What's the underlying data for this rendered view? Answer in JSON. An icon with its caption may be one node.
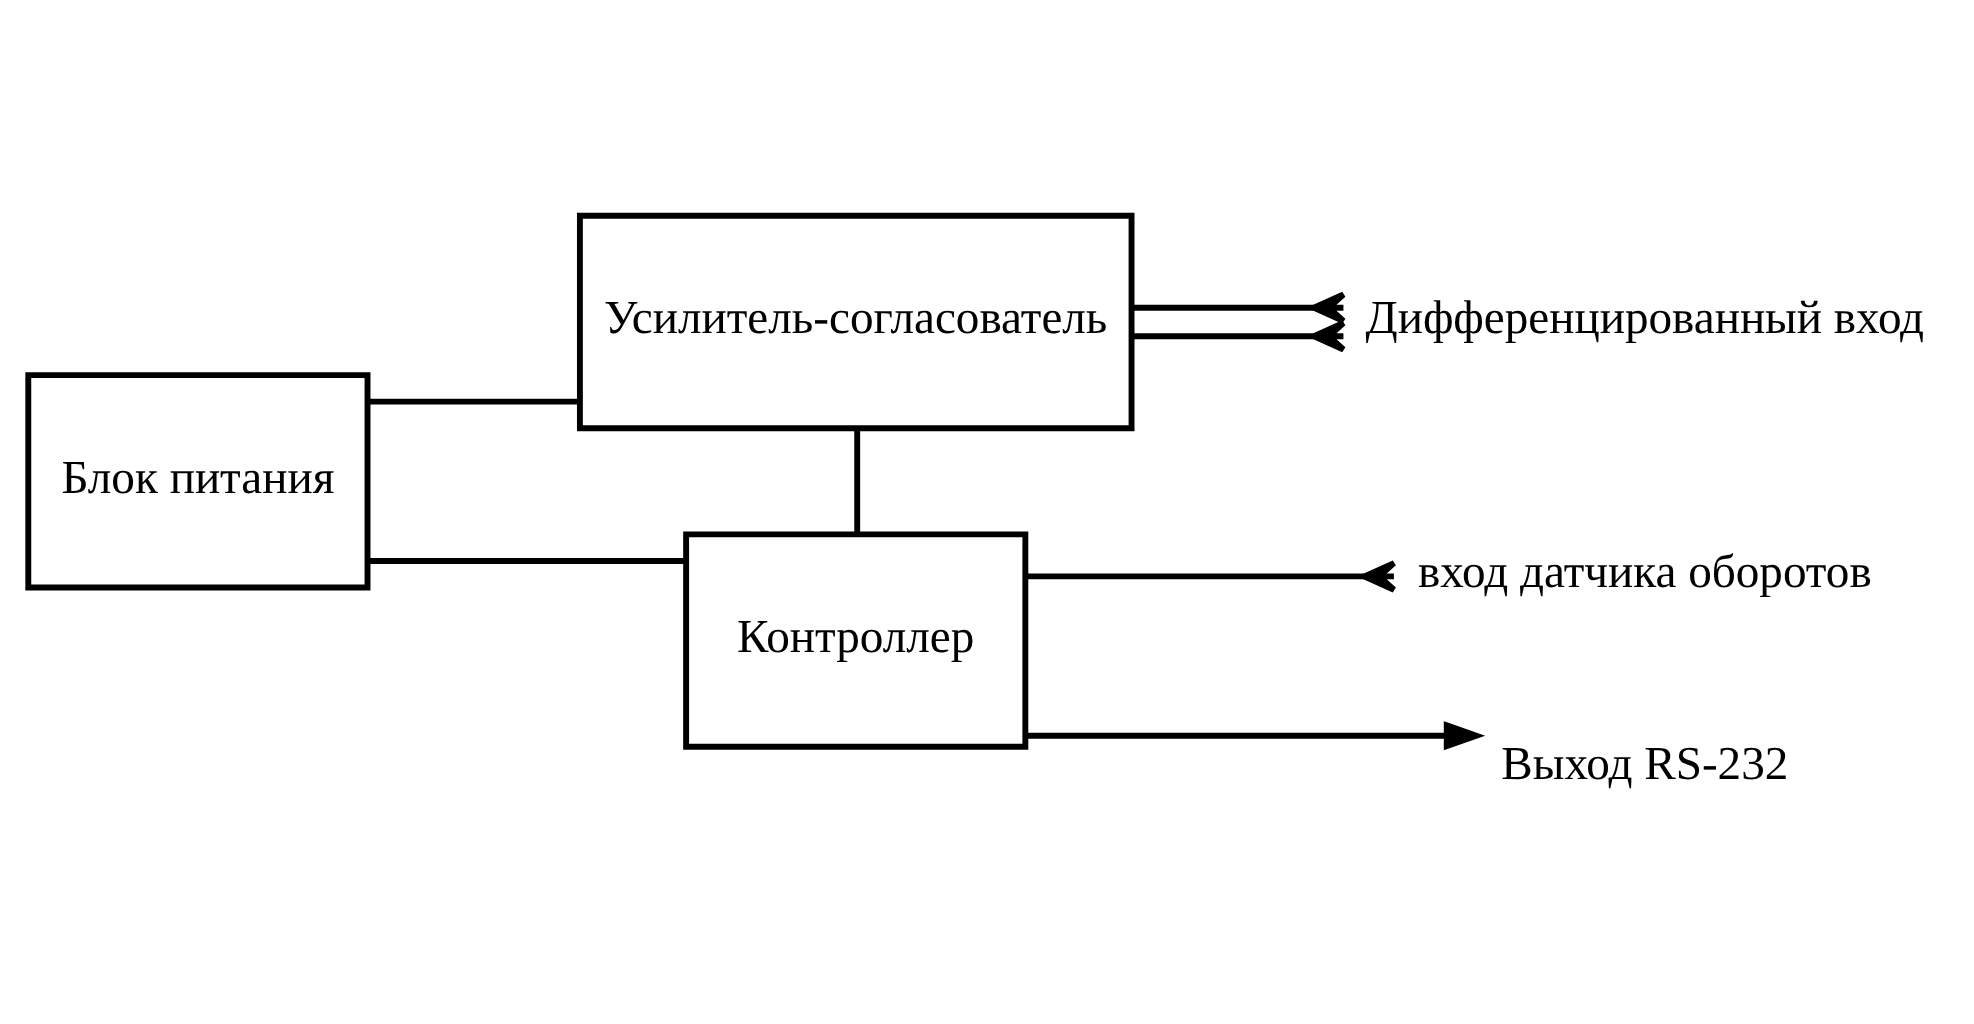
{
  "diagram": {
    "nodes": [
      {
        "text": [
          "Усилитель-согласователь"
        ]
      },
      {
        "text": [
          "Блок питания"
        ]
      },
      {
        "text": [
          "Контроллер"
        ]
      },
      {
        "text": [
          "Дифференцированный вход"
        ]
      },
      {
        "text": [
          "вход датчика оборотов"
        ]
      },
      {
        "text": [
          "Выход RS-232"
        ]
      }
    ],
    "edges": [
      {
        "from": 1,
        "to": 0,
        "arrow": "none"
      },
      {
        "from": 1,
        "to": 2,
        "arrow": "none"
      },
      {
        "from": 0,
        "to": 2,
        "arrow": "none"
      },
      {
        "from": 0,
        "to": 3,
        "arrow": "other"
      },
      {
        "from": 0,
        "to": 3,
        "arrow": "other"
      },
      {
        "from": 2,
        "to": 4,
        "arrow": "other"
      },
      {
        "from": 2,
        "to": 5,
        "arrow": "to"
      }
    ]
  }
}
